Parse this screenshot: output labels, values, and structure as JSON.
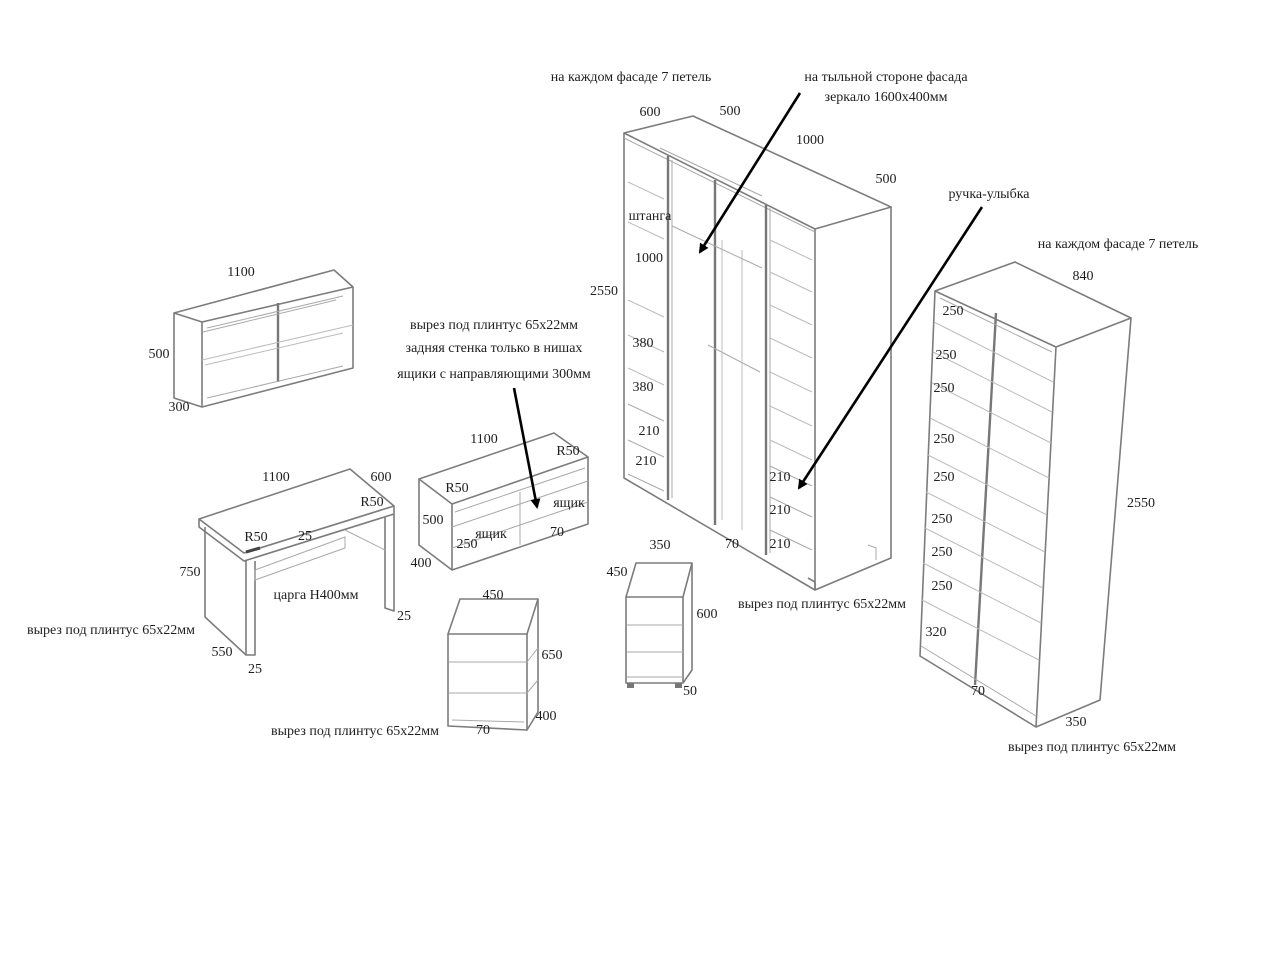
{
  "notes": {
    "hinges_top": "на каждом фасаде 7 петель",
    "mirror_line1": "на тыльной стороне фасада",
    "mirror_line2": "зеркало 1600х400мм",
    "handle": "ручка-улыбка",
    "hinges_right": "на каждом фасаде 7 петель",
    "tv_line1": "вырез под плинтус 65х22мм",
    "tv_line2": "задняя стенка только в нишах",
    "tv_line3": "ящики с направляющими 300мм"
  },
  "wardrobe": {
    "dim_600": "600",
    "dim_500_top": "500",
    "dim_1000_top": "1000",
    "dim_500_right": "500",
    "rod": "штанга",
    "dim_1000_left": "1000",
    "dim_2550": "2550",
    "dim_380_a": "380",
    "dim_380_b": "380",
    "dim_210_l1": "210",
    "dim_210_l2": "210",
    "dim_210_r1": "210",
    "dim_210_r2": "210",
    "dim_210_r3": "210",
    "dim_70": "70",
    "plinth": "вырез под плинтус 65х22мм"
  },
  "wall_shelf": {
    "dim_1100": "1100",
    "dim_500": "500",
    "dim_300": "300"
  },
  "desk": {
    "dim_1100": "1100",
    "dim_600": "600",
    "r50_right": "R50",
    "r50_left": "R50",
    "dim_25_top": "25",
    "dim_750": "750",
    "rail": "царга Н400мм",
    "dim_25_right": "25",
    "plinth": "вырез под плинтус 65х22мм",
    "dim_550": "550",
    "dim_25_bottom": "25"
  },
  "tv_stand": {
    "dim_1100": "1100",
    "r50_right": "R50",
    "r50_left": "R50",
    "drawer_right": "ящик",
    "dim_500": "500",
    "dim_250": "250",
    "drawer_left": "ящик",
    "dim_70": "70",
    "dim_400": "400"
  },
  "dresser": {
    "dim_450": "450",
    "dim_650": "650",
    "dim_400": "400",
    "plinth": "вырез под плинтус 65х22мм",
    "dim_70": "70"
  },
  "pedestal": {
    "dim_350": "350",
    "dim_450": "450",
    "dim_600": "600",
    "dim_50": "50"
  },
  "tall_cabinet": {
    "dim_840": "840",
    "s1": "250",
    "s2": "250",
    "s3": "250",
    "s4": "250",
    "s5": "250",
    "s6": "250",
    "s7": "250",
    "s8": "250",
    "s9": "320",
    "dim_2550": "2550",
    "dim_70": "70",
    "dim_350": "350",
    "plinth": "вырез под плинтус 65х22мм"
  }
}
